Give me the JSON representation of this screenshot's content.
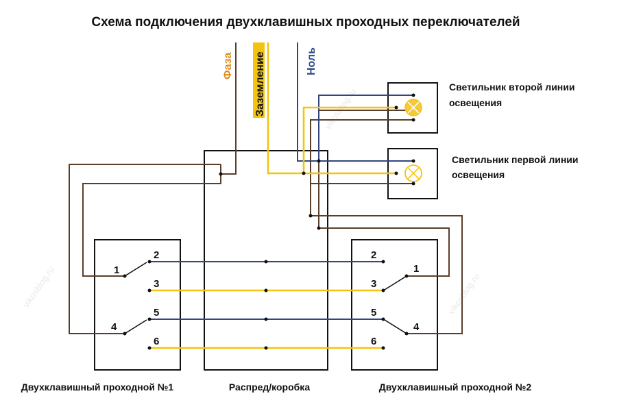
{
  "title": "Схема подключения двухклавишных проходных переключателей",
  "wires": {
    "phase": "Фаза",
    "ground": "Заземление",
    "neutral": "Ноль"
  },
  "lamps": {
    "second": {
      "line1": "Светильник второй линии",
      "line2": "освещения"
    },
    "first": {
      "line1": "Светильник первой линии",
      "line2": "освещения"
    }
  },
  "switch1": {
    "caption": "Двухклавишный проходной №1",
    "terminals": {
      "t1": "1",
      "t2": "2",
      "t3": "3",
      "t4": "4",
      "t5": "5",
      "t6": "6"
    }
  },
  "switch2": {
    "caption": "Двухклавишный проходной №2",
    "terminals": {
      "t1": "1",
      "t2": "2",
      "t3": "3",
      "t4": "4",
      "t5": "5",
      "t6": "6"
    }
  },
  "junction_box": {
    "caption": "Распред/коробка"
  },
  "watermark": "vikosblog.ru",
  "colors": {
    "phase_wire": "#5a3e2b",
    "neutral_wire": "#33447e",
    "yellow_wire": "#f2c40f",
    "lamp_fill": "#f7c935",
    "phase_label": "#e08a1e",
    "neutral_label": "#2c4a8a"
  },
  "icons": [
    "lamp-icon",
    "switch-lever-icon"
  ]
}
